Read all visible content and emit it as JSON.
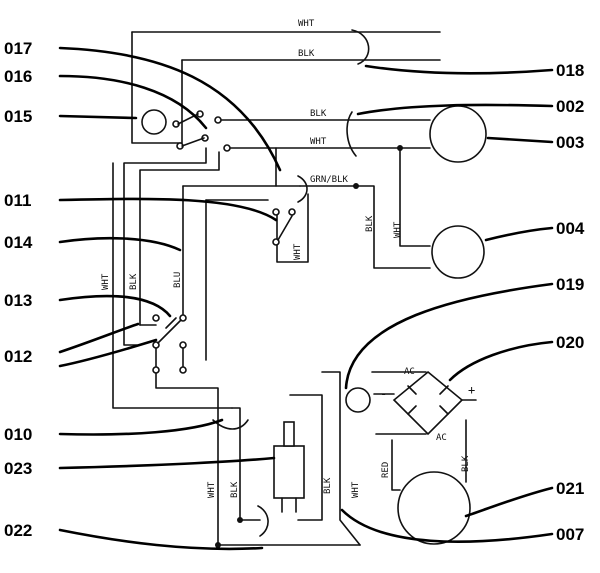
{
  "callouts": {
    "c017": "017",
    "c016": "016",
    "c015": "015",
    "c011": "011",
    "c014": "014",
    "c013": "013",
    "c012": "012",
    "c010": "010",
    "c023": "023",
    "c022": "022",
    "c018": "018",
    "c002": "002",
    "c003": "003",
    "c004": "004",
    "c019": "019",
    "c020": "020",
    "c021": "021",
    "c007": "007"
  },
  "wire_labels": {
    "wht_top": "WHT",
    "blk_top": "BLK",
    "blk_mid": "BLK",
    "wht_mid": "WHT",
    "grn_blk": "GRN/BLK",
    "blk_004": "BLK",
    "wht_004": "WHT",
    "wht_011": "WHT",
    "wht_left": "WHT",
    "blk_left": "BLK",
    "blu_left": "BLU",
    "wht_bottom": "WHT",
    "blk_bottom": "BLK",
    "blk_center": "BLK",
    "wht_center": "WHT",
    "red": "RED",
    "blk_right": "BLK"
  },
  "bridge_labels": {
    "ac_top": "AC",
    "ac_bottom": "AC",
    "minus": "-",
    "plus": "+"
  }
}
